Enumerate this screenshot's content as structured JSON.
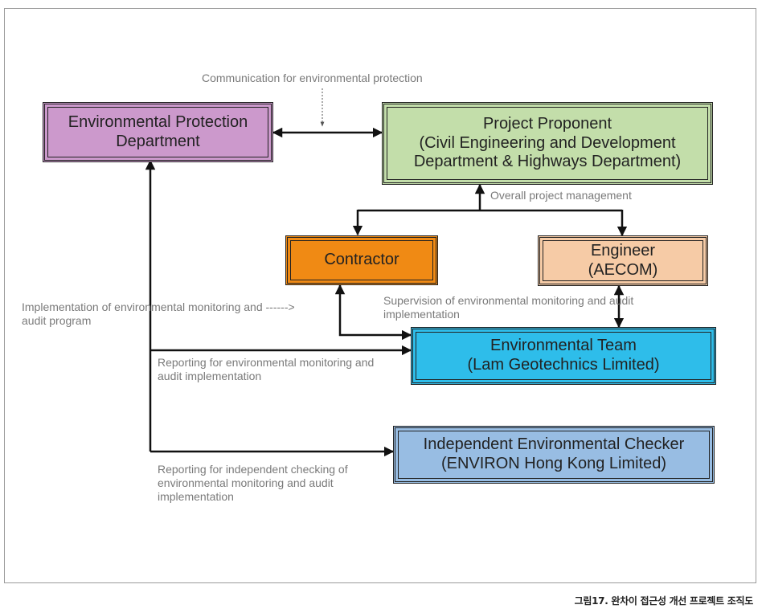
{
  "diagram": {
    "boxes": {
      "epd": {
        "text": "Environmental Protection\nDepartment",
        "fill": "#cc99cc"
      },
      "proponent": {
        "text": "Project Proponent\n(Civil Engineering and Development\nDepartment & Highways Department)",
        "fill": "#c3deaa"
      },
      "contractor": {
        "text": "Contractor",
        "fill": "#f08a14"
      },
      "engineer": {
        "text": "Engineer\n(AECOM)",
        "fill": "#f6cba6"
      },
      "env_team": {
        "text": "Environmental Team\n(Lam Geotechnics Limited)",
        "fill": "#2ebdea"
      },
      "iec": {
        "text": "Independent Environmental Checker\n(ENVIRON Hong Kong Limited)",
        "fill": "#98bde3"
      }
    },
    "labels": {
      "communication": "Communication for environmental protection",
      "overall": "Overall project management",
      "implementation": "Implementation of  environmental monitoring and ------>\naudit program",
      "supervision": "Supervision of environmental monitoring and audit\nimplementation",
      "reporting_et": "Reporting for environmental monitoring and\naudit implementation",
      "reporting_iec": "Reporting for independent checking of\nenvironmental monitoring and audit\nimplementation"
    }
  },
  "caption": "그림17. 완차이 접근성 개선 프로젝트 조직도"
}
